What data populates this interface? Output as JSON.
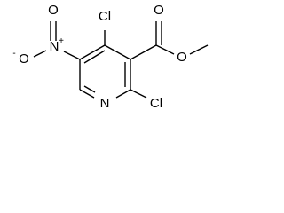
{
  "atoms": {
    "cl_top": "Cl",
    "o_carbonyl": "O",
    "o_ester": "O",
    "n_nitro": "N",
    "o_nitro_plus_side": "O",
    "o_nitro_minus": "O",
    "nitro_n_charge": "+",
    "nitro_o_charge": "-",
    "n_ring": "N",
    "cl_bottom": "Cl"
  },
  "colors": {
    "background": "#ffffff",
    "ink": "#000000"
  }
}
